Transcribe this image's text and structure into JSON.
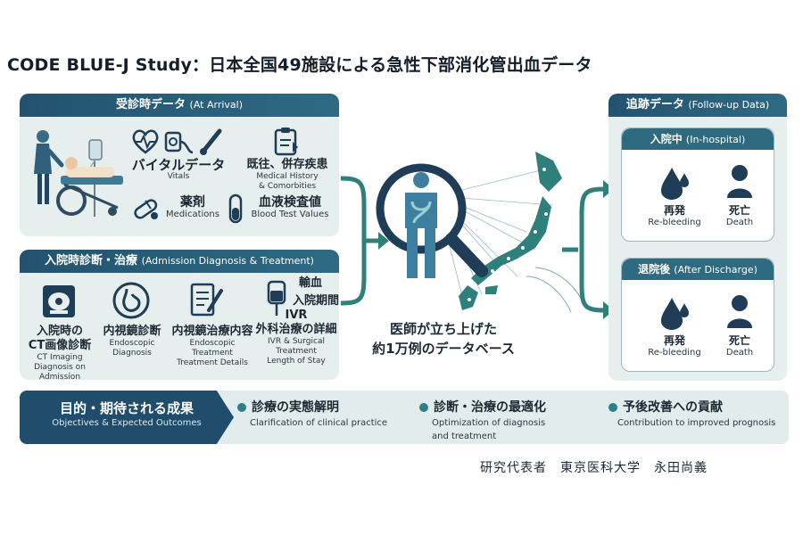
{
  "title": "CODE BLUE-J Study：日本全国49施設による急性下部消化管出血データ",
  "arrival": {
    "head_ja": "受診時データ",
    "head_en": "(At Arrival)",
    "vitals_ja": "バイタルデータ",
    "vitals_en": "Vitals",
    "history_ja": "既往、併存疾患",
    "history_en1": "Medical History",
    "history_en2": "& Comorbities",
    "meds_ja": "薬剤",
    "meds_en": "Medications",
    "blood_ja": "血液検査値",
    "blood_en": "Blood Test Values"
  },
  "admission": {
    "head_ja": "入院時診断・治療",
    "head_en": "(Admission Diagnosis & Treatment)",
    "ct_ja1": "入院時の",
    "ct_ja2": "CT画像診断",
    "ct_en1": "CT Imaging",
    "ct_en2": "Diagnosis on Admission",
    "endo_ja": "内視鏡診断",
    "endo_en1": "Endoscopic",
    "endo_en2": "Diagnosis",
    "endotx_ja": "内視鏡治療内容",
    "endotx_en1": "Endoscopic",
    "endotx_en2": "Treatment",
    "endotx_en3": "Treatment Details",
    "transfusion_ja": "輸血",
    "stay_ja": "入院期間",
    "ivr_ja1": "IVR",
    "ivr_ja2": "外科治療の詳細",
    "ivr_en1": "IVR & Surgical",
    "ivr_en2": "Treatment",
    "ivr_en3": "Length of Stay"
  },
  "center": {
    "line1": "医師が立ち上げた",
    "line2": "約1万例のデータベース"
  },
  "followup": {
    "head_ja": "追跡データ",
    "head_en": "(Follow-up Data)",
    "inhospital_ja": "入院中",
    "inhospital_en": "(In-hospital)",
    "discharge_ja": "退院後",
    "discharge_en": "(After Discharge)",
    "rebleed_ja": "再発",
    "rebleed_en": "Re-bleeding",
    "death_ja": "死亡",
    "death_en": "Death"
  },
  "objectives": {
    "head_ja": "目的・期待される成果",
    "head_en": "Objectives & Expected Outcomes",
    "items": [
      {
        "ja": "診療の実態解明",
        "en1": "Clarification of clinical practice",
        "en2": ""
      },
      {
        "ja": "診断・治療の最適化",
        "en1": "Optimization of diagnosis",
        "en2": "and treatment"
      },
      {
        "ja": "予後改善への貢献",
        "en1": "Contribution to improved prognosis",
        "en2": ""
      }
    ]
  },
  "author": "研究代表者　東京医科大学　永田尚義",
  "colors": {
    "navy": "#23526e",
    "teal": "#2f6b80",
    "panel_bg": "#e6eeee",
    "icon_dark": "#1f3d56"
  },
  "icons": [
    "patient-wheelchair-icon",
    "heart-pulse-icon",
    "blood-pressure-icon",
    "thermometer-icon",
    "clipboard-icon",
    "pill-icon",
    "test-tube-icon",
    "ct-scan-icon",
    "stomach-icon",
    "document-pen-icon",
    "iv-bag-icon",
    "magnifier-body-icon",
    "japan-map-icon",
    "blood-drop-icon",
    "person-icon"
  ]
}
